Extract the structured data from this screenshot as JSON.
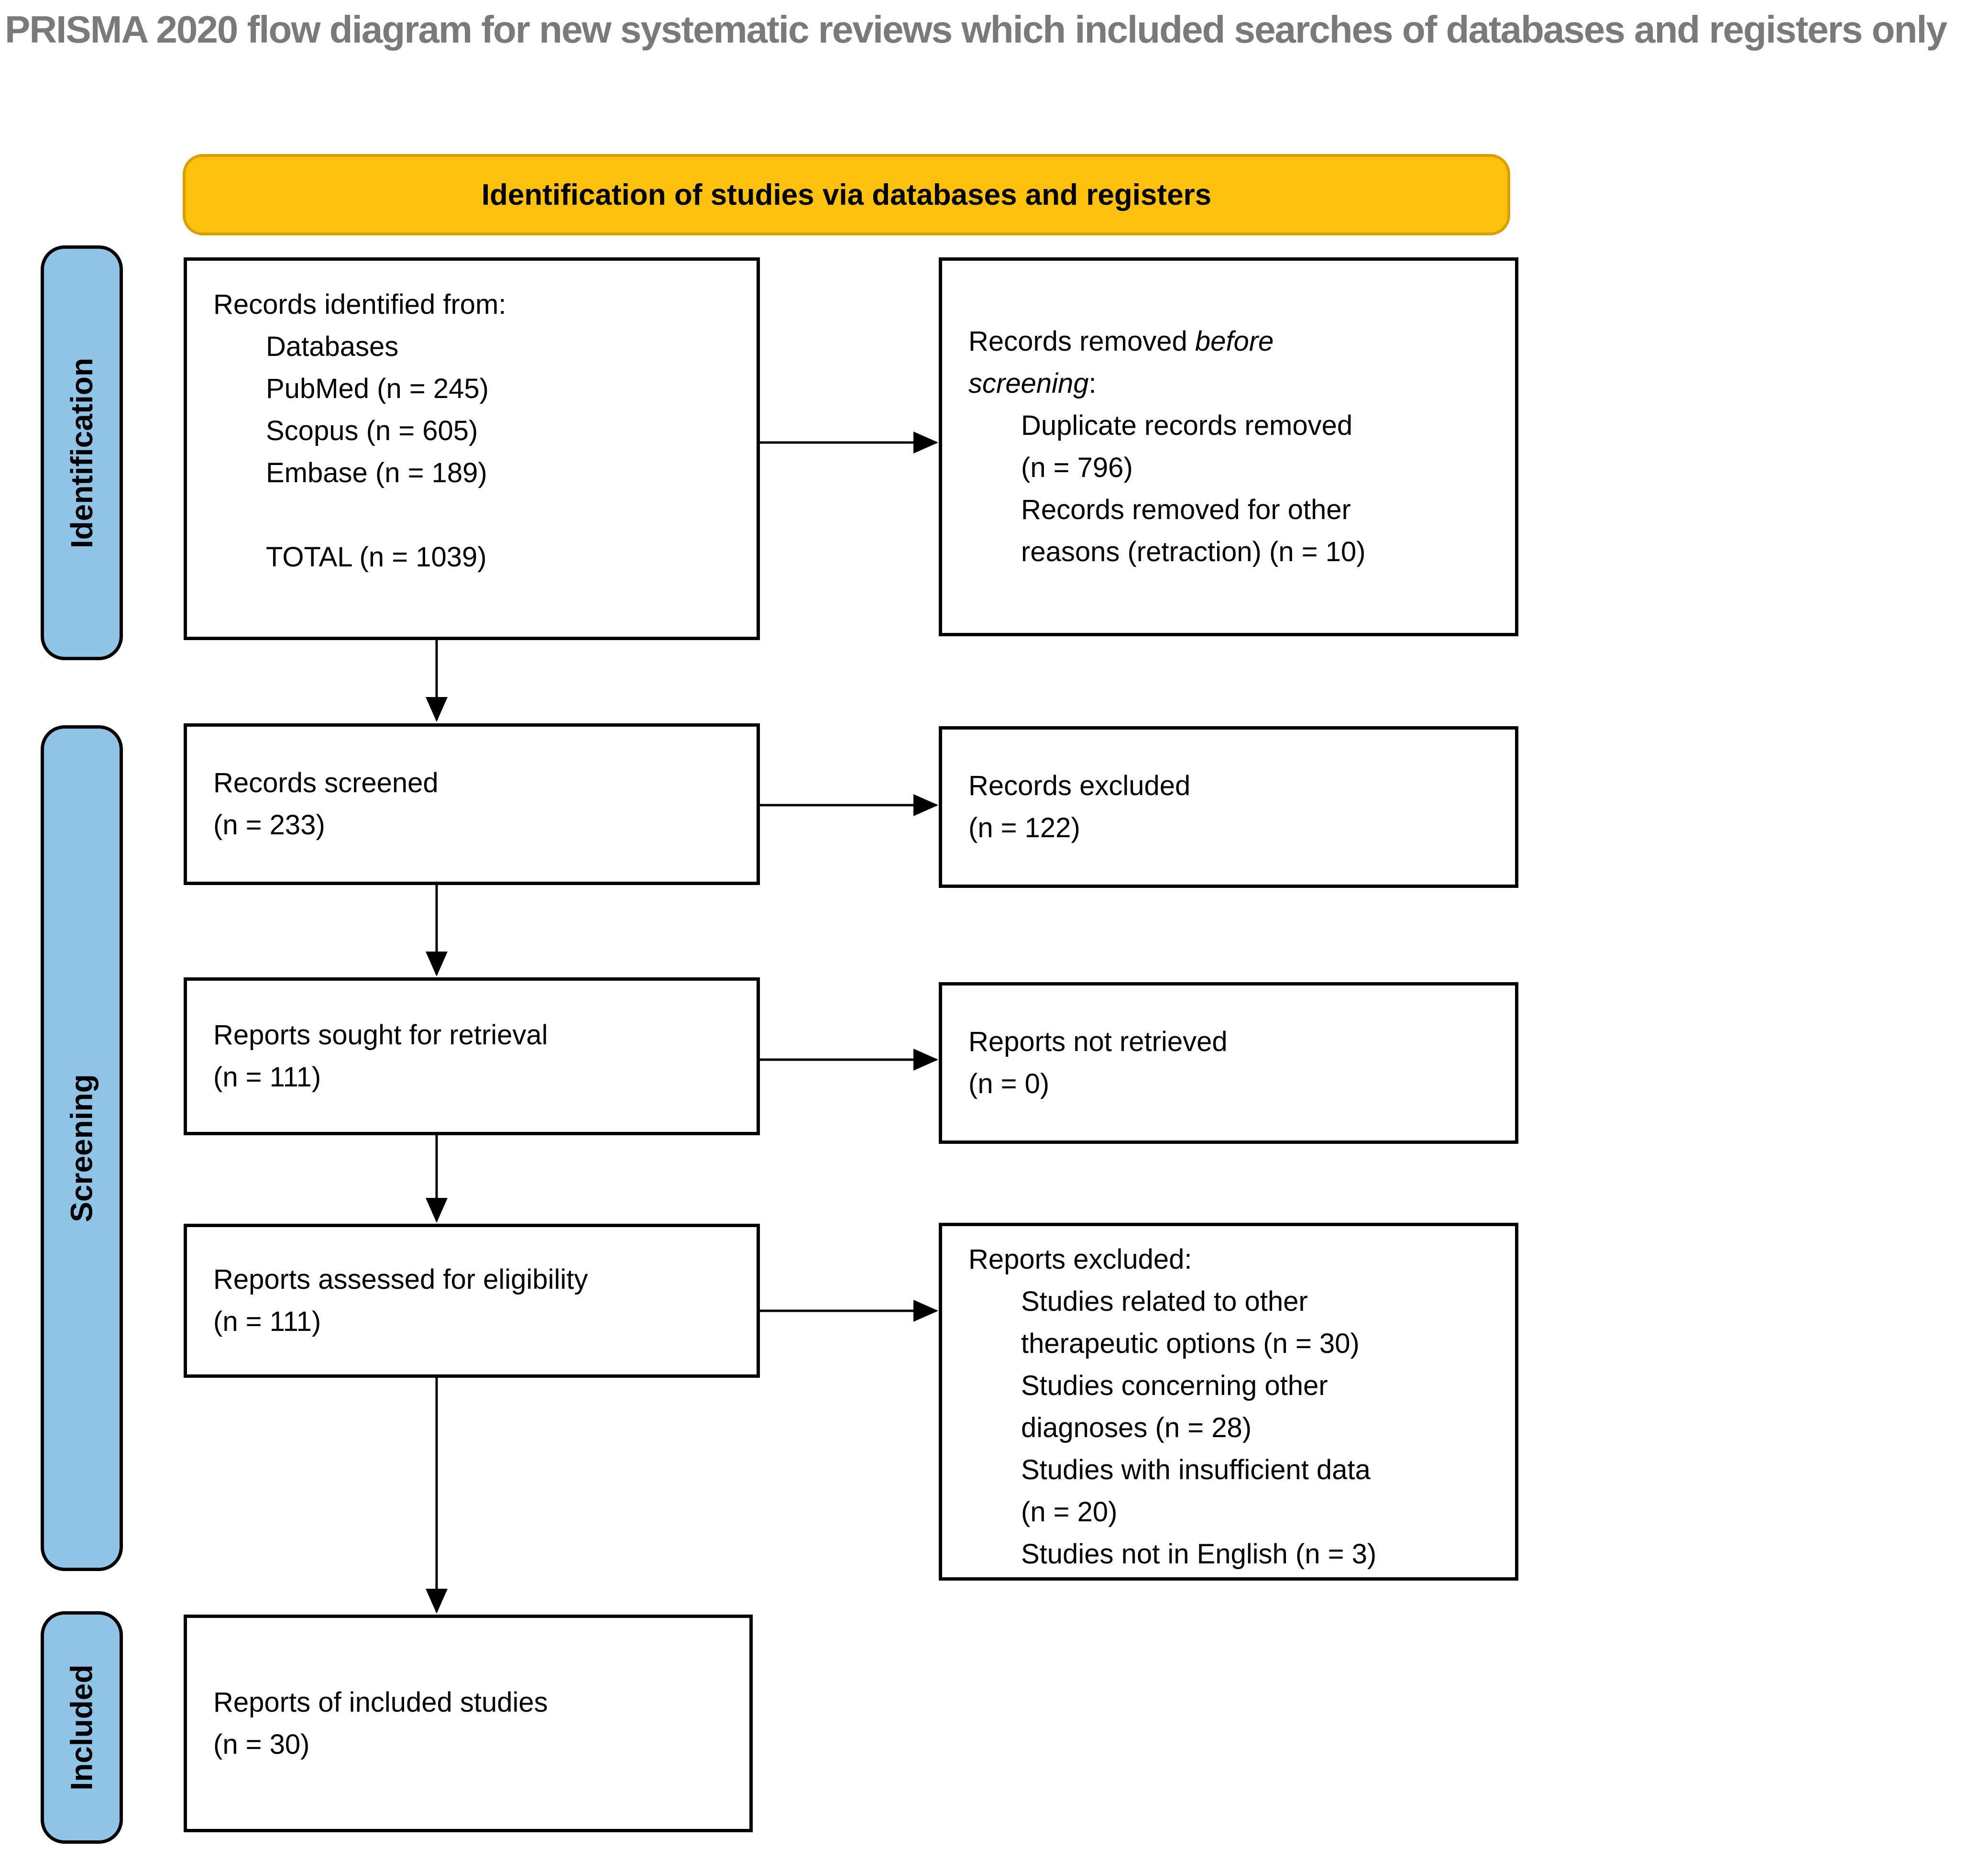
{
  "title": "PRISMA 2020 flow diagram for new systematic reviews which included searches of databases and registers only",
  "banner": {
    "label": "Identification of studies via databases and registers"
  },
  "sidebar": {
    "items": [
      {
        "id": "identification",
        "label": "Identification"
      },
      {
        "id": "screening",
        "label": "Screening"
      },
      {
        "id": "included",
        "label": "Included"
      }
    ]
  },
  "colors": {
    "banner_fill": "#FEC10E",
    "banner_border": "#D99E00",
    "sidebar_fill": "#90C4E6",
    "box_border": "#000000",
    "title_text": "#7A7A7A"
  },
  "boxes": {
    "records_identified": {
      "lines": [
        {
          "indent": 0,
          "runs": [
            {
              "text": "Records identified from:"
            }
          ]
        },
        {
          "indent": 1,
          "runs": [
            {
              "text": "Databases"
            }
          ]
        },
        {
          "indent": 1,
          "runs": [
            {
              "text": "PubMed (n = 245)"
            }
          ]
        },
        {
          "indent": 1,
          "runs": [
            {
              "text": "Scopus (n = 605)"
            }
          ]
        },
        {
          "indent": 1,
          "runs": [
            {
              "text": "Embase (n = 189)"
            }
          ]
        },
        {
          "indent": 1,
          "runs": []
        },
        {
          "indent": 1,
          "runs": [
            {
              "text": "TOTAL (n = 1039)"
            }
          ]
        }
      ]
    },
    "records_removed": {
      "lines": [
        {
          "indent": 0,
          "runs": [
            {
              "text": "Records removed "
            },
            {
              "text": "before",
              "italic": true
            }
          ]
        },
        {
          "indent": 0,
          "runs": [
            {
              "text": "screening",
              "italic": true
            },
            {
              "text": ":"
            }
          ]
        },
        {
          "indent": 1,
          "runs": [
            {
              "text": "Duplicate records removed"
            }
          ]
        },
        {
          "indent": 1,
          "runs": [
            {
              "text": "(n = 796)"
            }
          ]
        },
        {
          "indent": 1,
          "runs": [
            {
              "text": "Records removed for other"
            }
          ]
        },
        {
          "indent": 1,
          "runs": [
            {
              "text": "reasons (retraction) (n = 10)"
            }
          ]
        }
      ]
    },
    "records_screened": {
      "lines": [
        {
          "indent": 0,
          "runs": [
            {
              "text": "Records screened"
            }
          ]
        },
        {
          "indent": 0,
          "runs": [
            {
              "text": "(n = 233)"
            }
          ]
        }
      ]
    },
    "records_excluded": {
      "lines": [
        {
          "indent": 0,
          "runs": [
            {
              "text": "Records excluded"
            }
          ]
        },
        {
          "indent": 0,
          "runs": [
            {
              "text": "(n = 122)"
            }
          ]
        }
      ]
    },
    "reports_sought": {
      "lines": [
        {
          "indent": 0,
          "runs": [
            {
              "text": "Reports sought for retrieval"
            }
          ]
        },
        {
          "indent": 0,
          "runs": [
            {
              "text": "(n = 111)"
            }
          ]
        }
      ]
    },
    "reports_not_retrieved": {
      "lines": [
        {
          "indent": 0,
          "runs": [
            {
              "text": "Reports not retrieved"
            }
          ]
        },
        {
          "indent": 0,
          "runs": [
            {
              "text": "(n = 0)"
            }
          ]
        }
      ]
    },
    "reports_assessed": {
      "lines": [
        {
          "indent": 0,
          "runs": [
            {
              "text": "Reports assessed for eligibility"
            }
          ]
        },
        {
          "indent": 0,
          "runs": [
            {
              "text": "(n = 111)"
            }
          ]
        }
      ]
    },
    "reports_excluded": {
      "lines": [
        {
          "indent": 0,
          "runs": [
            {
              "text": "Reports excluded:"
            }
          ]
        },
        {
          "indent": 1,
          "runs": [
            {
              "text": "Studies related to other"
            }
          ]
        },
        {
          "indent": 1,
          "runs": [
            {
              "text": "therapeutic options (n = 30)"
            }
          ]
        },
        {
          "indent": 1,
          "runs": [
            {
              "text": "Studies concerning other"
            }
          ]
        },
        {
          "indent": 1,
          "runs": [
            {
              "text": "diagnoses (n = 28)"
            }
          ]
        },
        {
          "indent": 1,
          "runs": [
            {
              "text": "Studies with insufficient data"
            }
          ]
        },
        {
          "indent": 1,
          "runs": [
            {
              "text": "(n = 20)"
            }
          ]
        },
        {
          "indent": 1,
          "runs": [
            {
              "text": "Studies not in English (n = 3)"
            }
          ]
        }
      ]
    },
    "reports_included": {
      "lines": [
        {
          "indent": 0,
          "runs": [
            {
              "text": "Reports of included studies"
            }
          ]
        },
        {
          "indent": 0,
          "runs": [
            {
              "text": "(n = 30)"
            }
          ]
        }
      ]
    }
  }
}
